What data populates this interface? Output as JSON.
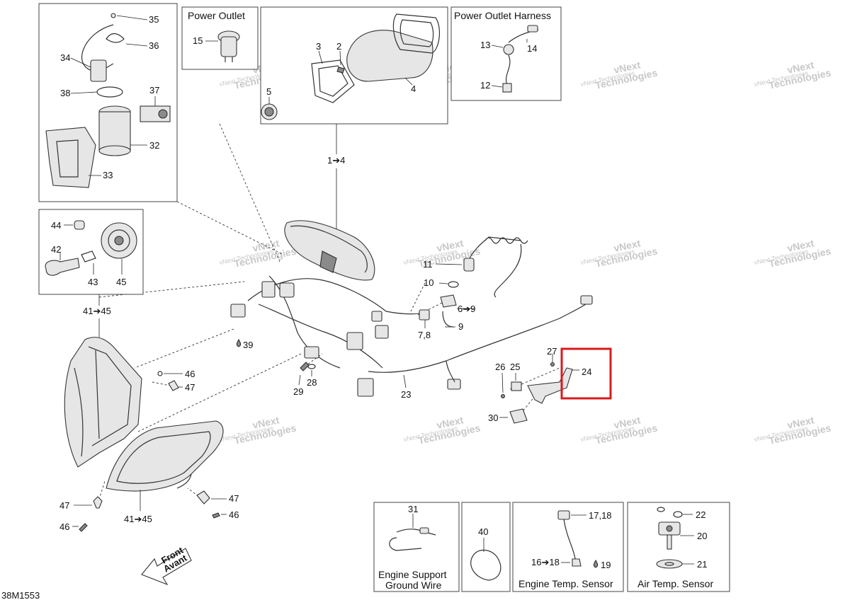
{
  "callouts": {
    "c35": "35",
    "c36": "36",
    "c34": "34",
    "c38": "38",
    "c37": "37",
    "c32": "32",
    "c33": "33",
    "c15": "15",
    "c3": "3",
    "c2": "2",
    "c5": "5",
    "c4": "4",
    "c13": "13",
    "c14": "14",
    "c12": "12",
    "c1to4": "1➔4",
    "c44": "44",
    "c42": "42",
    "c43": "43",
    "c45": "45",
    "c41to45_top": "41➔45",
    "c11": "11",
    "c10": "10",
    "c6to9": "6➔9",
    "c9": "9",
    "c7_8": "7,8",
    "c39": "39",
    "c46a": "46",
    "c47a": "47",
    "c29": "29",
    "c28": "28",
    "c23": "23",
    "c27": "27",
    "c26": "26",
    "c25": "25",
    "c24": "24",
    "c30": "30",
    "c47b": "47",
    "c46b": "46",
    "c47c": "47",
    "c46c": "46",
    "c41to45_bot": "41➔45",
    "c31": "31",
    "c40": "40",
    "c17_18": "17,18",
    "c16to18": "16➔18",
    "c19": "19",
    "c22": "22",
    "c20": "20",
    "c21": "21"
  },
  "box_titles": {
    "power_outlet": "Power Outlet",
    "power_outlet_harness": "Power Outlet Harness",
    "engine_support_ground_wire_line1": "Engine Support",
    "engine_support_ground_wire_line2": "Ground Wire",
    "engine_temp_sensor": "Engine Temp. Sensor",
    "air_temp_sensor": "Air Temp. Sensor"
  },
  "front_arrow": {
    "line1": "Front",
    "line2": "Avant"
  },
  "diagram_code": "38M1553",
  "watermark": {
    "line1": "vNext",
    "line2": "Technologies",
    "small": "vNext Technologies"
  },
  "highlight_color": "#d81b1b"
}
